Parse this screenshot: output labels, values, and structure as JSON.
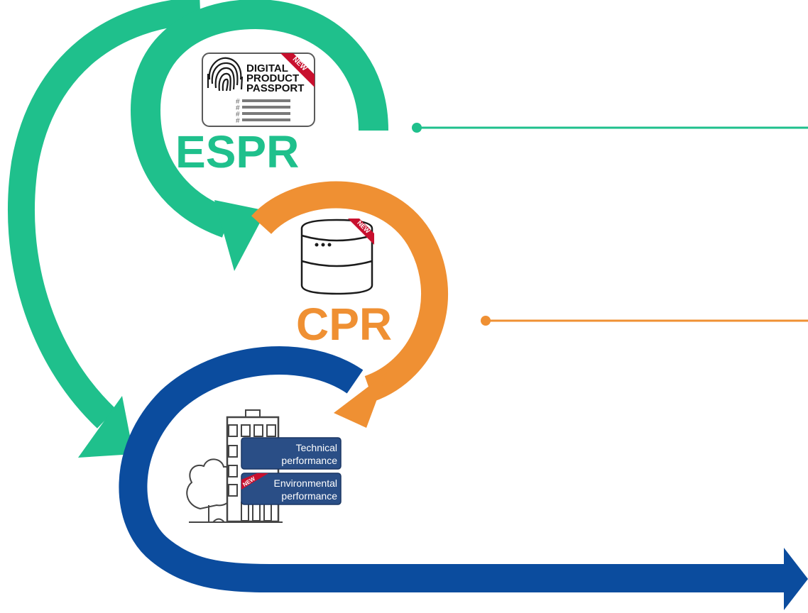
{
  "regulations": {
    "espr": {
      "label": "ESPR",
      "color": "#1fc08c"
    },
    "cpr": {
      "label": "CPR",
      "color": "#ef9033"
    },
    "building": {
      "color": "#0b4c9e"
    }
  },
  "passport_card": {
    "line1": "DIGITAL",
    "line2": "PRODUCT",
    "line3": "PASSPORT",
    "badge": "NEW",
    "icon": "fingerprint-icon"
  },
  "database": {
    "badge": "NEW",
    "icon": "database-icon"
  },
  "building_panel": {
    "icon": "building-icon",
    "tags": [
      {
        "line1": "Technical",
        "line2": "performance"
      },
      {
        "line1": "Environmental",
        "line2": "performance",
        "badge": "NEW"
      }
    ]
  }
}
